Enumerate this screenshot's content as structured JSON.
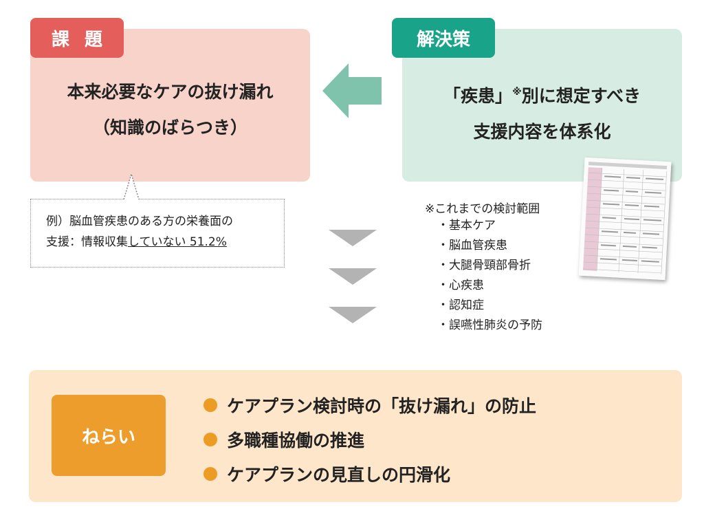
{
  "problem": {
    "tag": "課題",
    "lines": [
      "本来必要なケアの抜け漏れ",
      "（知識のばらつき）"
    ]
  },
  "solution": {
    "tag": "解決策",
    "line1_pre": "「疾患」",
    "line1_mark": "※",
    "line1_post": "別に想定すべき",
    "line2": "支援内容を体系化"
  },
  "callout": {
    "line1": "例）脳血管疾患のある方の栄養面の",
    "line2_pre": "支援：情報収集",
    "line2_underlined": "していない 51.2%"
  },
  "scope": {
    "heading": "※これまでの検討範囲",
    "items": [
      "・基本ケア",
      "・脳血管疾患",
      "・大腿骨頸部骨折",
      "・心疾患",
      "・認知症",
      "・誤嚥性肺炎の予防"
    ]
  },
  "aim": {
    "tag": "ねらい",
    "items": [
      "ケアプラン検討時の「抜け漏れ」の防止",
      "多職種協働の推進",
      "ケアプランの見直しの円滑化"
    ]
  },
  "colors": {
    "problem_tag": "#e45f5c",
    "problem_bg": "#f8d3c9",
    "solution_tag": "#19a389",
    "solution_bg": "#d7ece2",
    "arrow": "#7fc3ad",
    "chevron": "#b3b3b3",
    "aim_tag": "#ed9d2b",
    "aim_bg": "#fde6c9",
    "aim_dot": "#ec9b24"
  }
}
